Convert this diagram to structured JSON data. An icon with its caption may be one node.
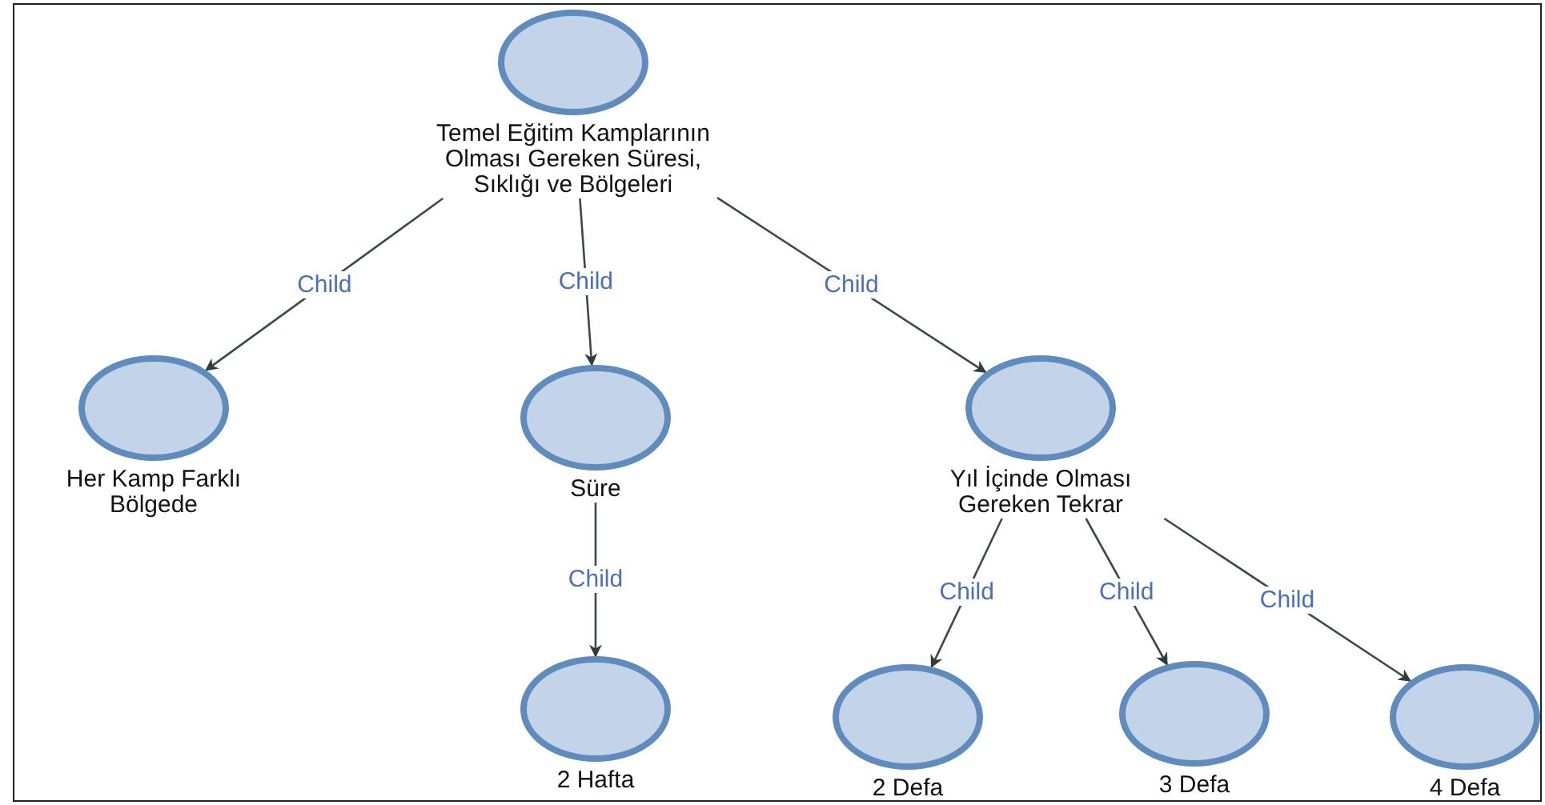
{
  "diagram": {
    "nodes": [
      {
        "text": [
          "Temel Eğitim Kamplarının Olması Gereken Süresi, Sıklığı ve Bölgeleri"
        ]
      },
      {
        "text": [
          "Her Kamp Farklı Bölgede"
        ]
      },
      {
        "text": [
          "Süre"
        ]
      },
      {
        "text": [
          "Yıl İçinde Olması Gereken Tekrar"
        ]
      },
      {
        "text": [
          "2 Hafta"
        ]
      },
      {
        "text": [
          "2 Defa"
        ]
      },
      {
        "text": [
          "3 Defa"
        ]
      },
      {
        "text": [
          "4 Defa"
        ]
      }
    ],
    "edges": [
      {
        "from": 0,
        "to": 1,
        "arrow": "to",
        "label": "Child"
      },
      {
        "from": 0,
        "to": 2,
        "arrow": "to",
        "label": "Child"
      },
      {
        "from": 0,
        "to": 3,
        "arrow": "to",
        "label": "Child"
      },
      {
        "from": 2,
        "to": 4,
        "arrow": "to",
        "label": "Child"
      },
      {
        "from": 3,
        "to": 5,
        "arrow": "to",
        "label": "Child"
      },
      {
        "from": 3,
        "to": 6,
        "arrow": "to",
        "label": "Child"
      },
      {
        "from": 3,
        "to": 7,
        "arrow": "to",
        "label": "Child"
      }
    ]
  }
}
